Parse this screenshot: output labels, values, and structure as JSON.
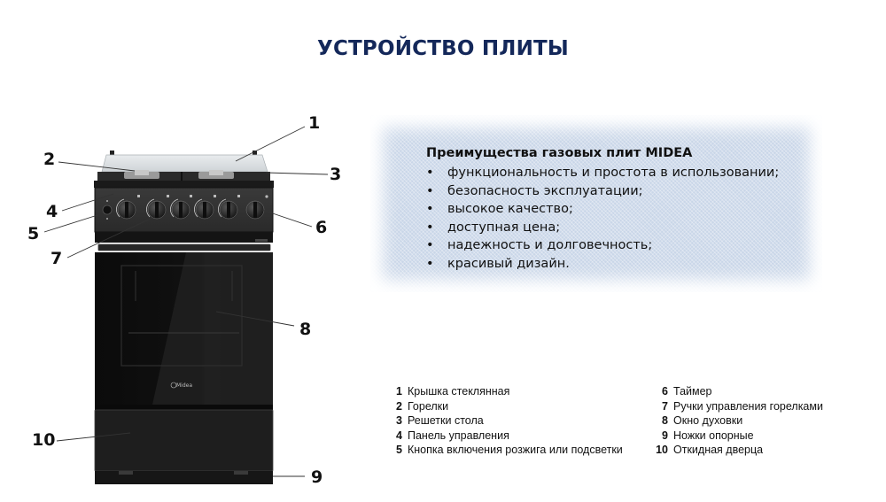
{
  "slide": {
    "title": "УСТРОЙСТВО ПЛИТЫ"
  },
  "advantages": {
    "title": "Преимущества газовых плит MIDEA",
    "bullet_glyph": "•",
    "items": [
      "функциональность и простота в использовании;",
      "безопасность эксплуатации;",
      "высокое качество;",
      "доступная цена;",
      "надежность и долговечность;",
      "красивый дизайн."
    ],
    "background_color": "#c9d6e8"
  },
  "diagram": {
    "brand_logo_text": "Midea",
    "callouts": [
      {
        "num": "1"
      },
      {
        "num": "2"
      },
      {
        "num": "3"
      },
      {
        "num": "4"
      },
      {
        "num": "5"
      },
      {
        "num": "6"
      },
      {
        "num": "7"
      },
      {
        "num": "8"
      },
      {
        "num": "9"
      },
      {
        "num": "10"
      }
    ]
  },
  "legend": {
    "left": [
      {
        "num": "1",
        "label": "Крышка стеклянная"
      },
      {
        "num": "2",
        "label": "Горелки"
      },
      {
        "num": "3",
        "label": "Решетки стола"
      },
      {
        "num": "4",
        "label": "Панель управления"
      },
      {
        "num": "5",
        "label": "Кнопка включения розжига или подсветки"
      }
    ],
    "right": [
      {
        "num": "6",
        "label": "Таймер"
      },
      {
        "num": "7",
        "label": "Ручки управления горелками"
      },
      {
        "num": "8",
        "label": "Окно духовки"
      },
      {
        "num": "9",
        "label": "Ножки опорные"
      },
      {
        "num": "10",
        "label": "Откидная дверца"
      }
    ]
  },
  "colors": {
    "title": "#14285a",
    "stove_body": "#1c1c1c",
    "panel": "#2f2f2f"
  }
}
